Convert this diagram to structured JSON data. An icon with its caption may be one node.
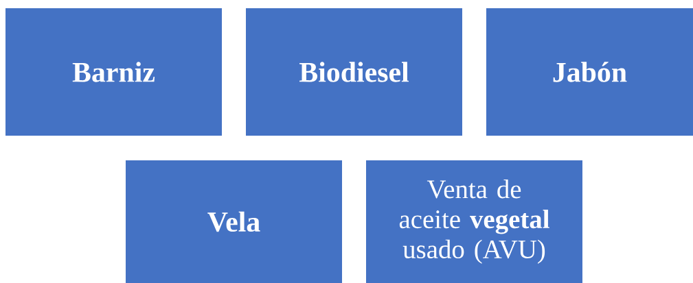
{
  "diagram": {
    "nodes": [
      {
        "text": [
          "Barniz"
        ]
      },
      {
        "text": [
          "Biodiesel"
        ]
      },
      {
        "text": [
          "Jabón"
        ]
      },
      {
        "text": [
          "Vela"
        ]
      },
      {
        "text": [
          "Venta de aceite **vegetal** usado (AVU)"
        ]
      }
    ]
  }
}
